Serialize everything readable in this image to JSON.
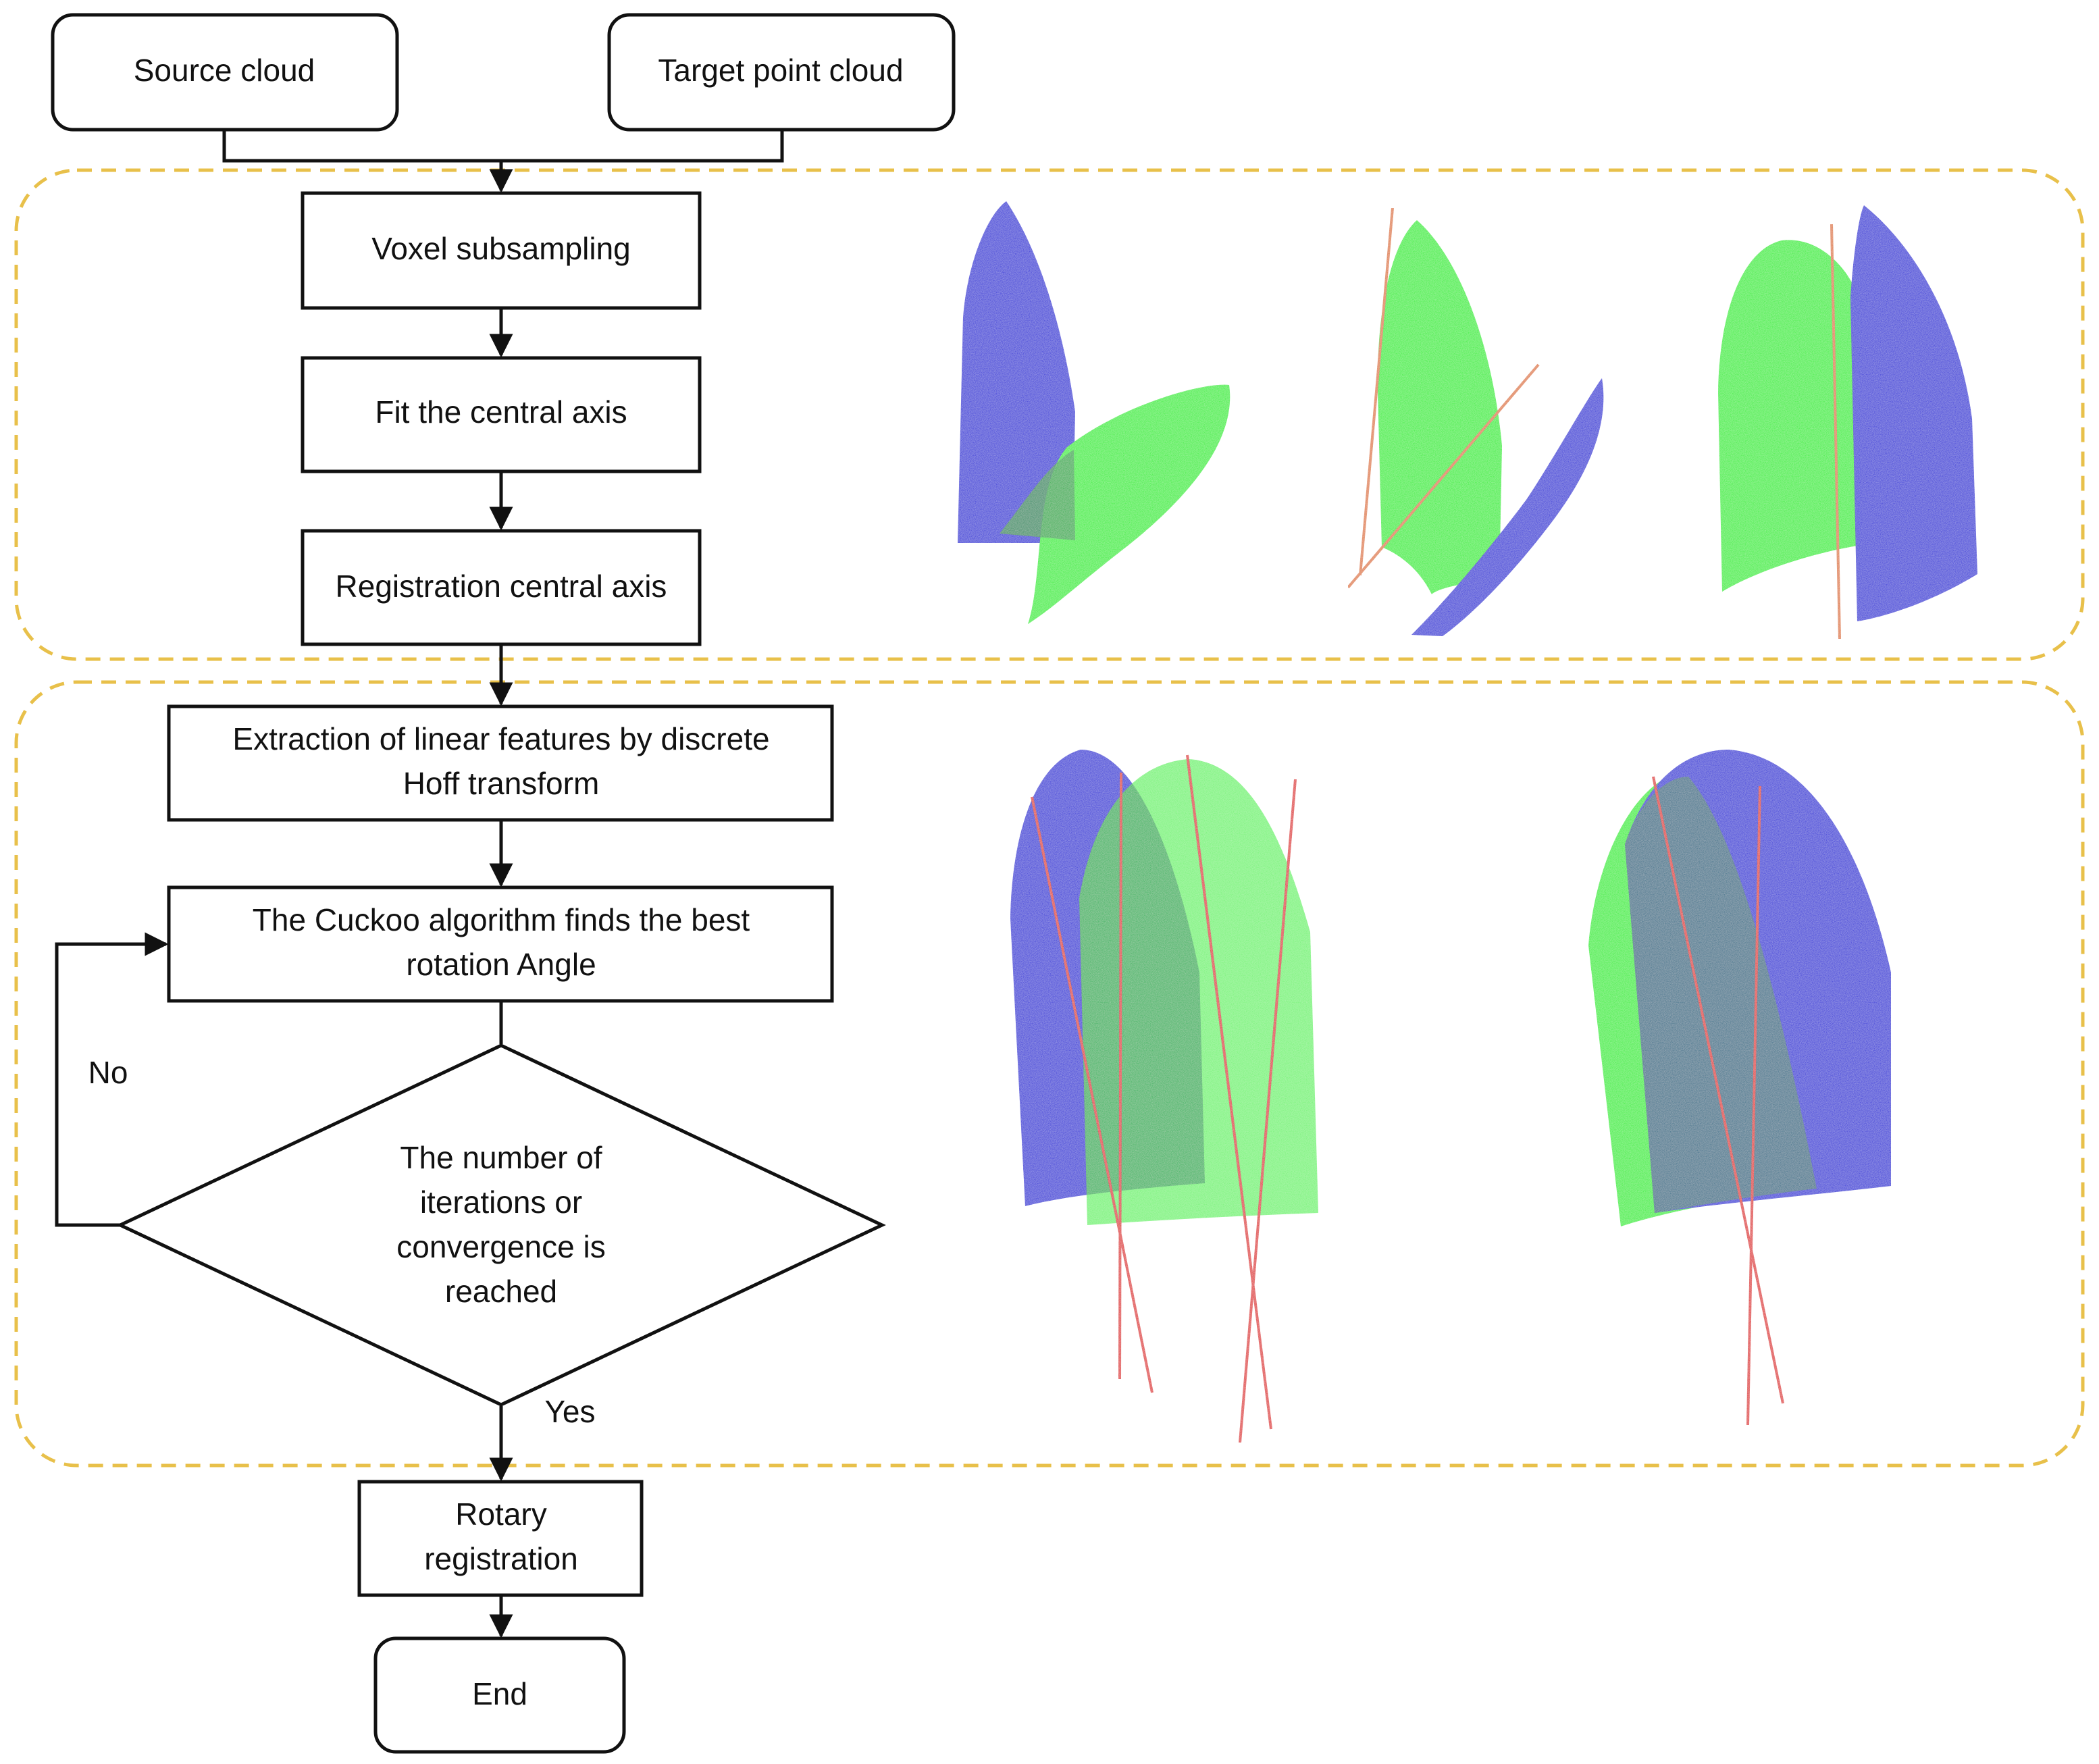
{
  "nodes": {
    "source_cloud": "Source cloud",
    "target_cloud": "Target point cloud",
    "voxel": "Voxel subsampling",
    "fit_axis": "Fit the central axis",
    "reg_axis": "Registration central axis",
    "extract_1": "Extraction of linear features by discrete",
    "extract_2": "Hoff transform",
    "cuckoo_1": "The Cuckoo algorithm finds the best",
    "cuckoo_2": "rotation Angle",
    "decision_1": "The number of",
    "decision_2": "iterations or",
    "decision_3": "convergence is",
    "decision_4": "reached",
    "rotary_1": "Rotary",
    "rotary_2": "registration",
    "end": "End"
  },
  "edges": {
    "no_label": "No",
    "yes_label": "Yes"
  },
  "colors": {
    "source_points": "#1414d8",
    "target_points": "#22ee22",
    "fitted_axis_line": "#e07a3a",
    "hough_line": "#e02020",
    "stage_border": "#e8c04a",
    "box_stroke": "#111111"
  }
}
